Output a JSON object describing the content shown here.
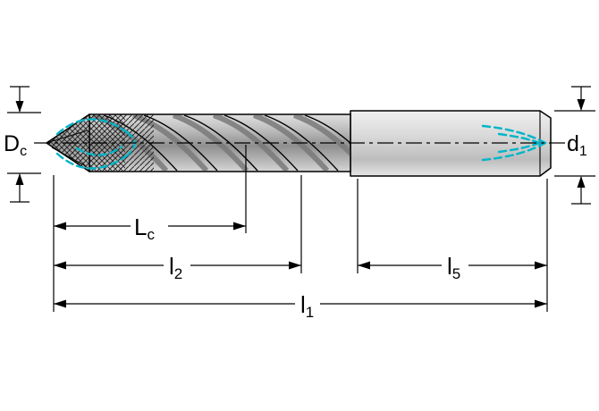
{
  "diagram": {
    "name": "drill-dimension-drawing",
    "description": "Technical dimension drawing of a solid carbide twist drill with coolant channels",
    "labels": {
      "dc": {
        "base": "D",
        "sub": "c"
      },
      "d1": {
        "base": "d",
        "sub": "1"
      },
      "lc": {
        "base": "L",
        "sub": "c"
      },
      "l2": {
        "base": "l",
        "sub": "2"
      },
      "l5": {
        "base": "l",
        "sub": "5"
      },
      "l1": {
        "base": "l",
        "sub": "1"
      }
    },
    "colors": {
      "coolant": "#00b5c8",
      "outline": "#000000",
      "flute_gray": "#9f9f9f",
      "shank_gray": "#d2d2d2",
      "background": "#ffffff"
    }
  }
}
